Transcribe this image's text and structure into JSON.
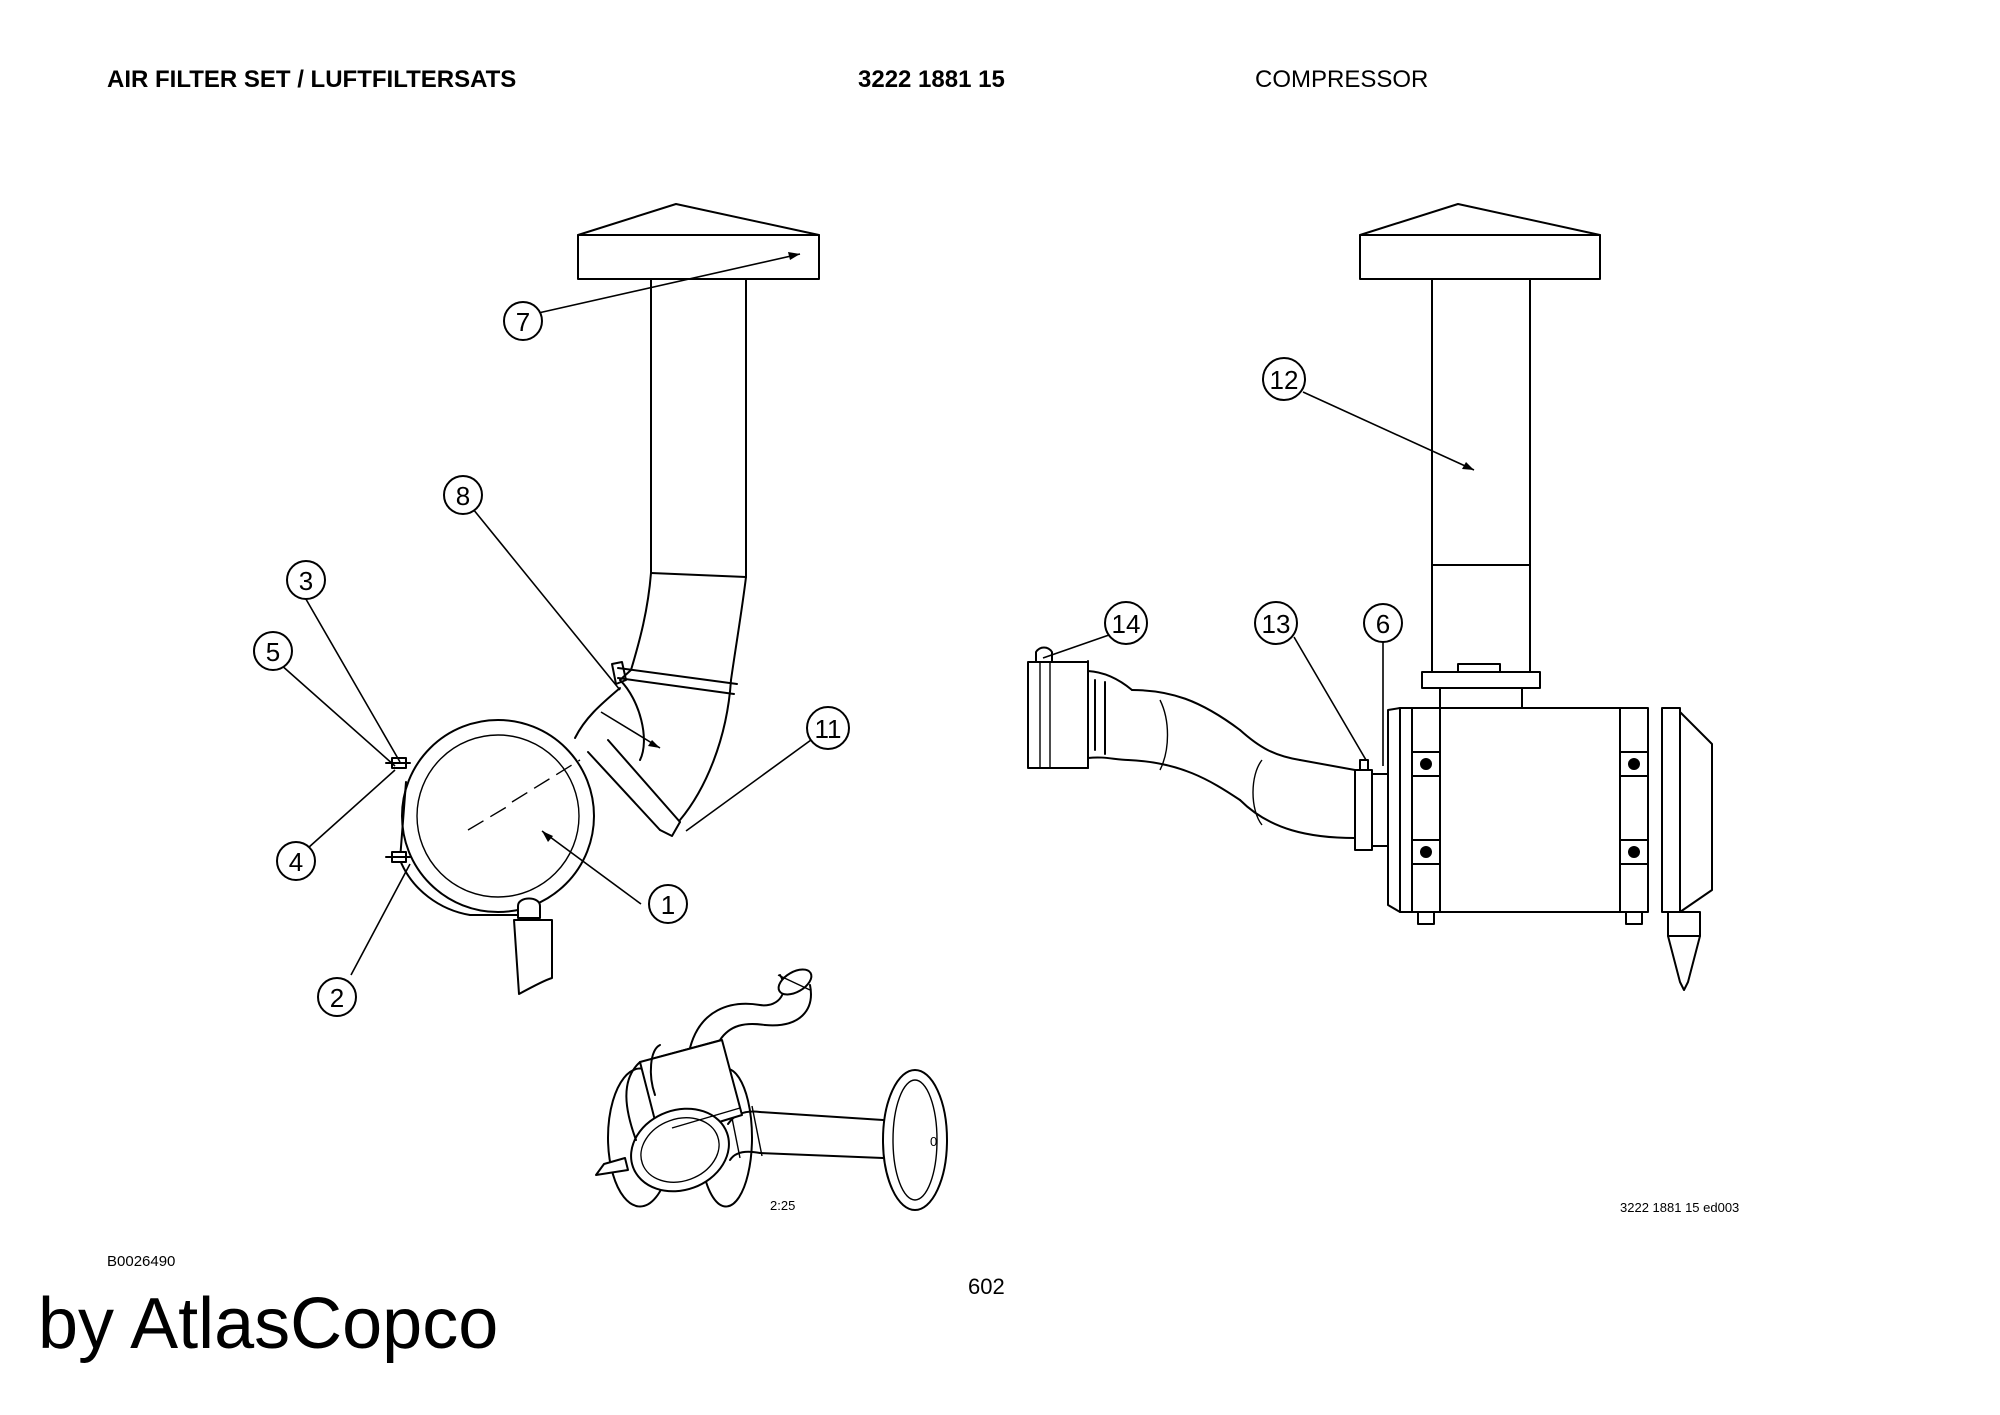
{
  "header": {
    "title": "AIR FILTER SET / LUFTFILTERSATS",
    "part_number": "3222 1881 15",
    "category": "COMPRESSOR"
  },
  "callouts": {
    "c1": "1",
    "c2": "2",
    "c3": "3",
    "c4": "4",
    "c5": "5",
    "c6": "6",
    "c7": "7",
    "c8": "8",
    "c11": "11",
    "c12": "12",
    "c13": "13",
    "c14": "14"
  },
  "drawing": {
    "scale": "2:25",
    "drawing_ref": "3222 1881 15 ed003",
    "iso_mark": "0"
  },
  "footer": {
    "doc_code": "B0026490",
    "page_number": "602",
    "brand": "by AtlasCopco"
  }
}
